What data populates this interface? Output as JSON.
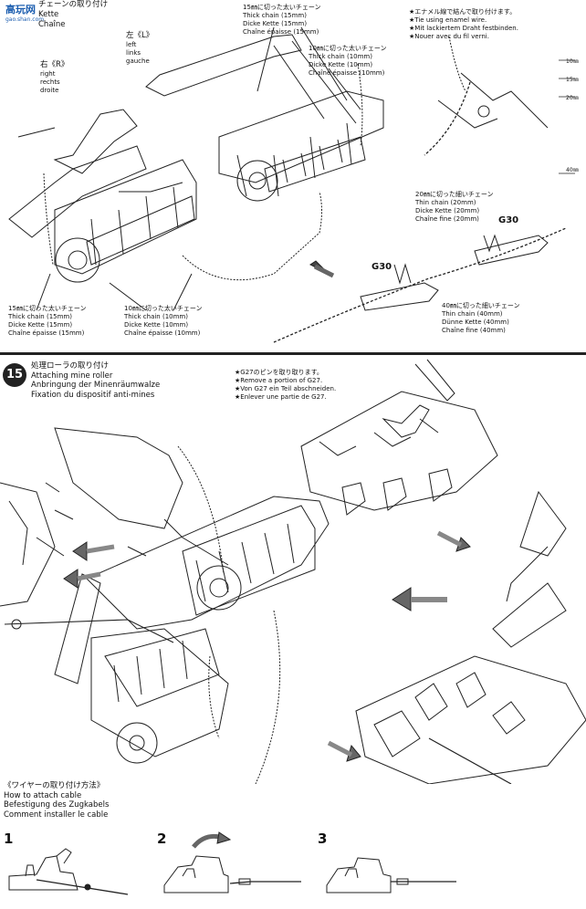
{
  "watermark": {
    "text": "高玩网",
    "url": "gao.shan.com"
  },
  "step14": {
    "title_jp": "チェーンの取り付け",
    "title_lines": [
      "Kette",
      "Chaîne"
    ],
    "left_label": [
      "左《L》",
      "left",
      "links",
      "gauche"
    ],
    "right_label": [
      "右《R》",
      "right",
      "rechts",
      "droite"
    ],
    "chain15_top": [
      "15㎜に切った太いチェーン",
      "Thick chain (15mm)",
      "Dicke Kette (15mm)",
      "Chaîne épaisse (15mm)"
    ],
    "chain10_top": [
      "10㎜に切った太いチェーン",
      "Thick chain (10mm)",
      "Dicke Kette (10mm)",
      "Chaîne épaisse (10mm)"
    ],
    "wire_note": [
      "★エナメル線で結んで取り付けます。",
      "★Tie using enamel wire.",
      "★Mit lackiertem Draht festbinden.",
      "★Nouer avec du fil verni."
    ],
    "thin20": [
      "20㎜に切った細いチェーン",
      "Thin chain (20mm)",
      "Dicke Kette (20mm)",
      "Chaîne fine (20mm)"
    ],
    "g30_a": "G30",
    "g30_b": "G30",
    "chain15_bottom": [
      "15㎜に切った太いチェーン",
      "Thick chain (15mm)",
      "Dicke Kette (15mm)",
      "Chaîne épaisse (15mm)"
    ],
    "chain10_bottom": [
      "10㎜に切った太いチェーン",
      "Thick chain (10mm)",
      "Dicke Kette (10mm)",
      "Chaîne épaisse (10mm)"
    ],
    "thin40": [
      "40㎜に切った細いチェーン",
      "Thin chain (40mm)",
      "Dünne Kette (40mm)",
      "Chaîne fine (40mm)"
    ],
    "ruler": [
      "10㎜",
      "15㎜",
      "20㎜",
      "40㎜"
    ]
  },
  "step15": {
    "number": "15",
    "title": [
      "処理ローラの取り付け",
      "Attaching mine roller",
      "Anbringung der Minenräumwalze",
      "Fixation du dispositif anti-mines"
    ],
    "g27_note": [
      "★G27のピンを取り取ります。",
      "★Remove a portion of G27.",
      "★Von G27 ein Teil abschneiden.",
      "★Enlever une partie de G27."
    ],
    "cable_title": [
      "《ワイヤーの取り付け方法》",
      "How to attach cable",
      "Befestigung des Zugkabels",
      "Comment installer le cable"
    ],
    "substeps": [
      "1",
      "2",
      "3"
    ]
  },
  "colors": {
    "ink": "#111111",
    "watermark": "#1e5fb0"
  }
}
